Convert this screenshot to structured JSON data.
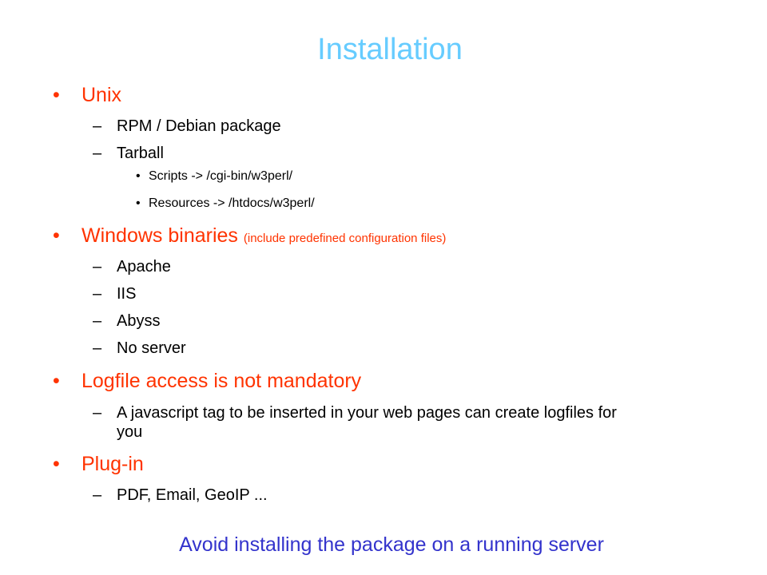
{
  "slide": {
    "title": "Installation",
    "footer": "Avoid installing the package on a running server"
  },
  "markers": {
    "bullet": "•",
    "dash": "–"
  },
  "sections": [
    {
      "heading": "Unix",
      "items": [
        {
          "text": "RPM / Debian package"
        },
        {
          "text": "Tarball",
          "subitems": [
            "Scripts -> /cgi-bin/w3perl/",
            "Resources -> /htdocs/w3perl/"
          ]
        }
      ]
    },
    {
      "heading": "Windows binaries",
      "note": "(include predefined configuration files)",
      "items": [
        {
          "text": "Apache"
        },
        {
          "text": "IIS"
        },
        {
          "text": "Abyss"
        },
        {
          "text": "No server"
        }
      ]
    },
    {
      "heading": "Logfile access is not mandatory",
      "items": [
        {
          "text": "A javascript tag to be inserted in your web pages can create logfiles for you"
        }
      ]
    },
    {
      "heading": "Plug-in",
      "items": [
        {
          "text": "PDF, Email, GeoIP ..."
        }
      ]
    }
  ],
  "colors": {
    "title": "#66ccff",
    "heading": "#ff3300",
    "body": "#000000",
    "footer": "#3333cc"
  }
}
